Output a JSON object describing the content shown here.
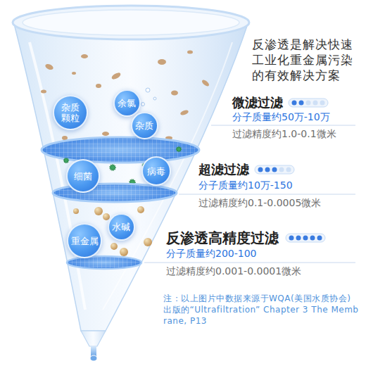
{
  "diagram": {
    "title": "反渗透是解决快速工业化重金属污染的有效解决方案",
    "caption": "注：以上图片中数据来源于WQA(美国水质协会)出版的“Ultrafiltration” Chapter 3 The Membrane, P13",
    "nodes": [
      {
        "text": [
          "杂质颗粒"
        ]
      },
      {
        "text": [
          "余氯"
        ]
      },
      {
        "text": [
          "杂质"
        ]
      },
      {
        "text": [
          "病毒"
        ]
      },
      {
        "text": [
          "细菌"
        ]
      },
      {
        "text": [
          "水碱"
        ]
      },
      {
        "text": [
          "重金属"
        ]
      }
    ],
    "labels": [
      "微滤过滤",
      "分子质量约50万-10万",
      "过滤精度约1.0-0.1微米",
      "超滤过滤",
      "分子质量约10万-150",
      "过滤精度约0.1-0.0005微米",
      "反渗透高精度过滤",
      "分子质量约200-100",
      "过滤精度约0.001-0.0001微米"
    ]
  }
}
